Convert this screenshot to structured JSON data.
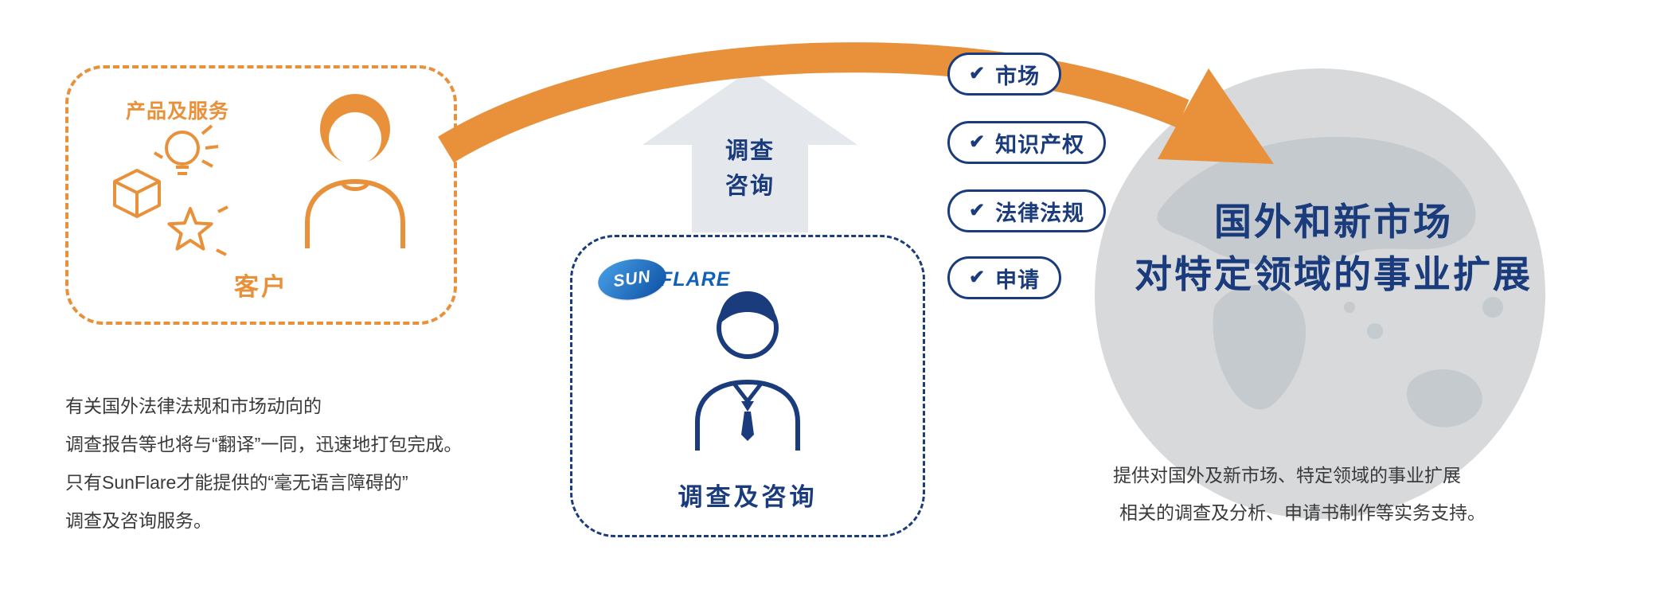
{
  "colors": {
    "orange": "#E8913A",
    "navy": "#1A3B7C",
    "arrow_gray": "#E4E8ED",
    "globe_gray": "#D7D9DB",
    "text": "#3a3a3a"
  },
  "icons": {
    "check": "✔"
  },
  "customer_box": {
    "top_label": "产品及服务",
    "bottom_label": "客户"
  },
  "up_arrow": {
    "line1": "调查",
    "line2": "咨询"
  },
  "sunflare_box": {
    "logo_sun": "SUN",
    "logo_flare": "FLARE",
    "label": "调查及咨询"
  },
  "badges": [
    {
      "label": "市场"
    },
    {
      "label": "知识产权"
    },
    {
      "label": "法律法规"
    },
    {
      "label": "申请"
    }
  ],
  "globe": {
    "line1": "国外和新市场",
    "line2": "对特定领域的事业扩展"
  },
  "left_note": {
    "lines": [
      "有关国外法律法规和市场动向的",
      "调查报告等也将与“翻译”一同，迅速地打包完成。",
      "只有SunFlare才能提供的“毫无语言障碍的”",
      "调查及咨询服务。"
    ]
  },
  "right_note": {
    "lines": [
      "提供对国外及新市场、特定领域的事业扩展",
      "相关的调查及分析、申请书制作等实务支持。"
    ]
  }
}
